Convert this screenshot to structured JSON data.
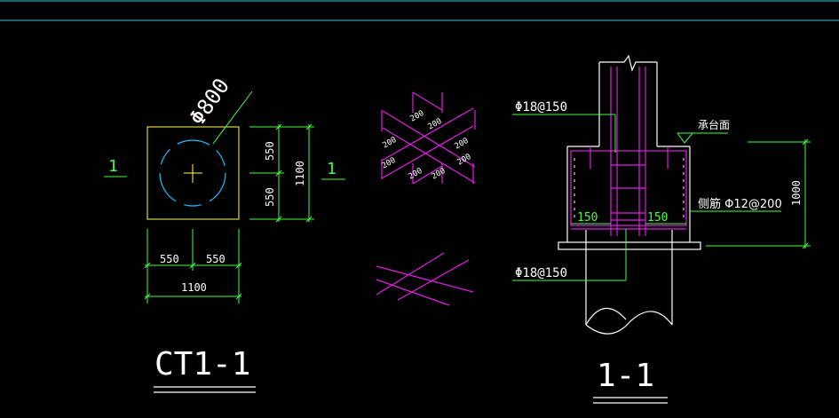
{
  "colors": {
    "background": "#000000",
    "rebar": "#e020e0",
    "dimension": "#40ff40",
    "outline": "#ffffff",
    "pile_circle": "#20c0ff",
    "pile_cap_outline": "#ffff40",
    "frame": "#20d0d0"
  },
  "plan": {
    "diameter_label": "Φ800",
    "section_mark_left": "1",
    "section_mark_right": "1",
    "dim_bottom_half_left": "550",
    "dim_bottom_half_right": "550",
    "dim_bottom_total": "1100",
    "dim_right_half_top": "550",
    "dim_right_half_bottom": "550",
    "dim_right_total": "1100",
    "title": "CT1-1"
  },
  "rebar_detail": {
    "spacing_labels": [
      "200",
      "200",
      "200",
      "200",
      "200",
      "200",
      "200",
      "200"
    ]
  },
  "section": {
    "top_bar_label": "Φ18@150",
    "bottom_bar_label": "Φ18@150",
    "cap_top_label": "承台面",
    "side_bar_label": "侧筋 Φ12@200",
    "cover_left": "150",
    "cover_right": "150",
    "height_dim": "1000",
    "title": "1-1"
  }
}
